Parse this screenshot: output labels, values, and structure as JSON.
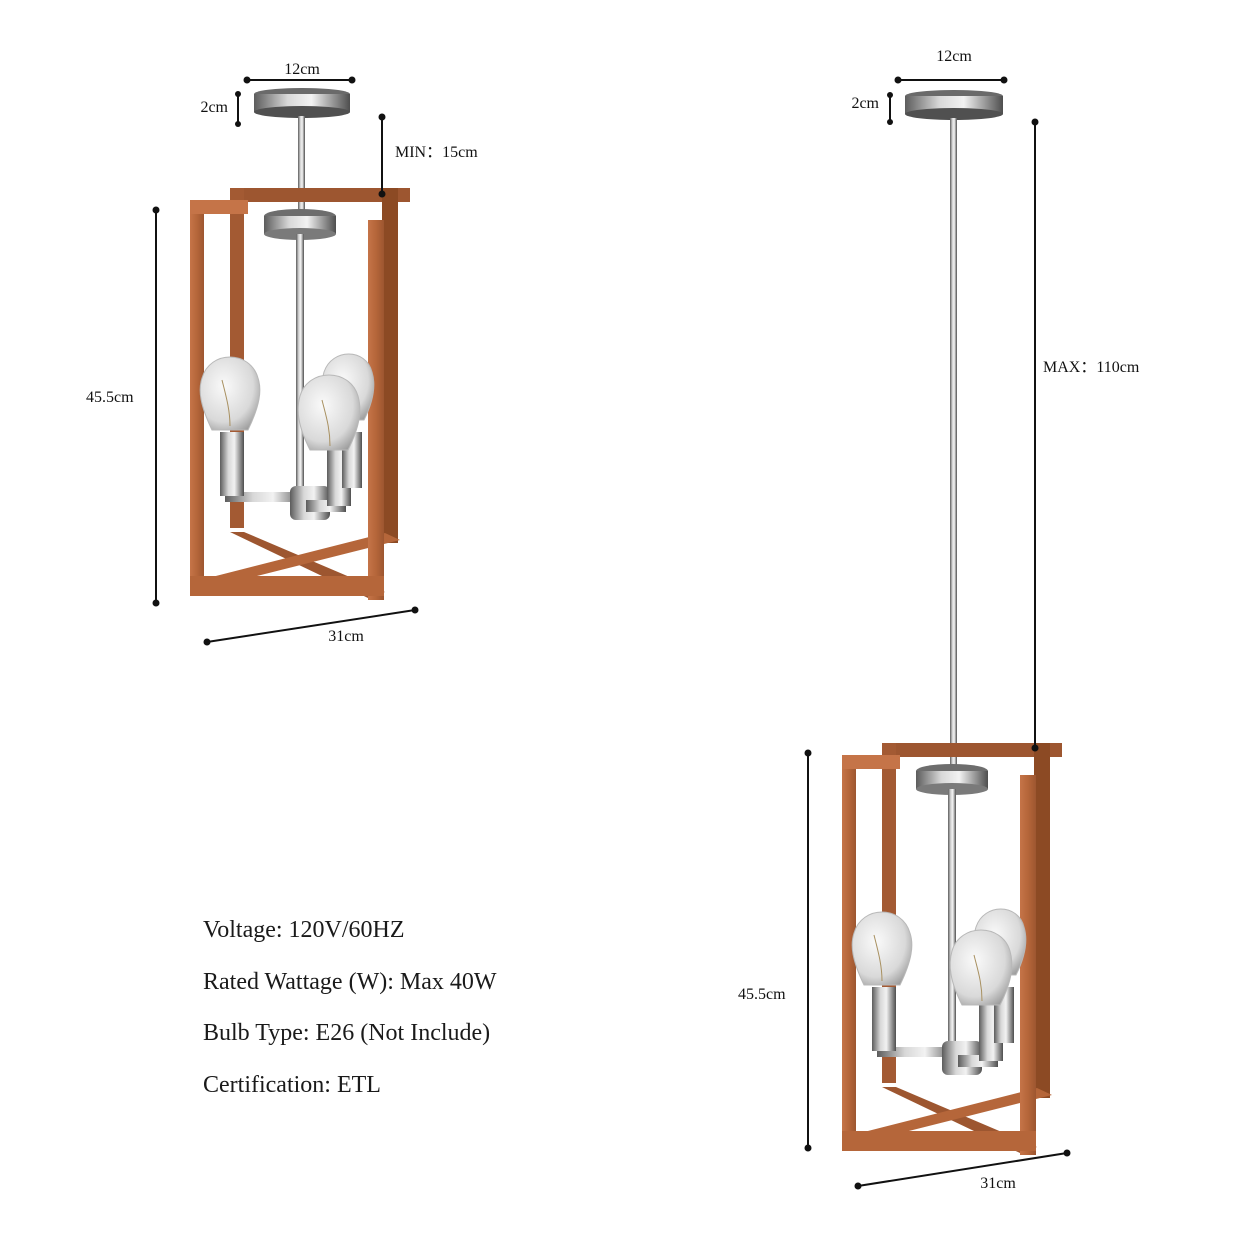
{
  "left_diagram": {
    "canopy_width": "12cm",
    "canopy_height": "2cm",
    "rod_length": "MIN：15cm",
    "body_height": "45.5cm",
    "body_width": "31cm"
  },
  "right_diagram": {
    "canopy_width": "12cm",
    "canopy_height": "2cm",
    "rod_length": "MAX：110cm",
    "body_height": "45.5cm",
    "body_width": "31cm"
  },
  "specs": [
    "Voltage: 120V/60HZ",
    "Rated Wattage (W): Max 40W",
    "Bulb Type: E26 (Not Include)",
    "Certification: ETL"
  ],
  "colors": {
    "wood": "#b5663a",
    "wood_dark": "#8c4a24",
    "metal": "#8c8c8c",
    "glass": "#e6e6e6"
  }
}
